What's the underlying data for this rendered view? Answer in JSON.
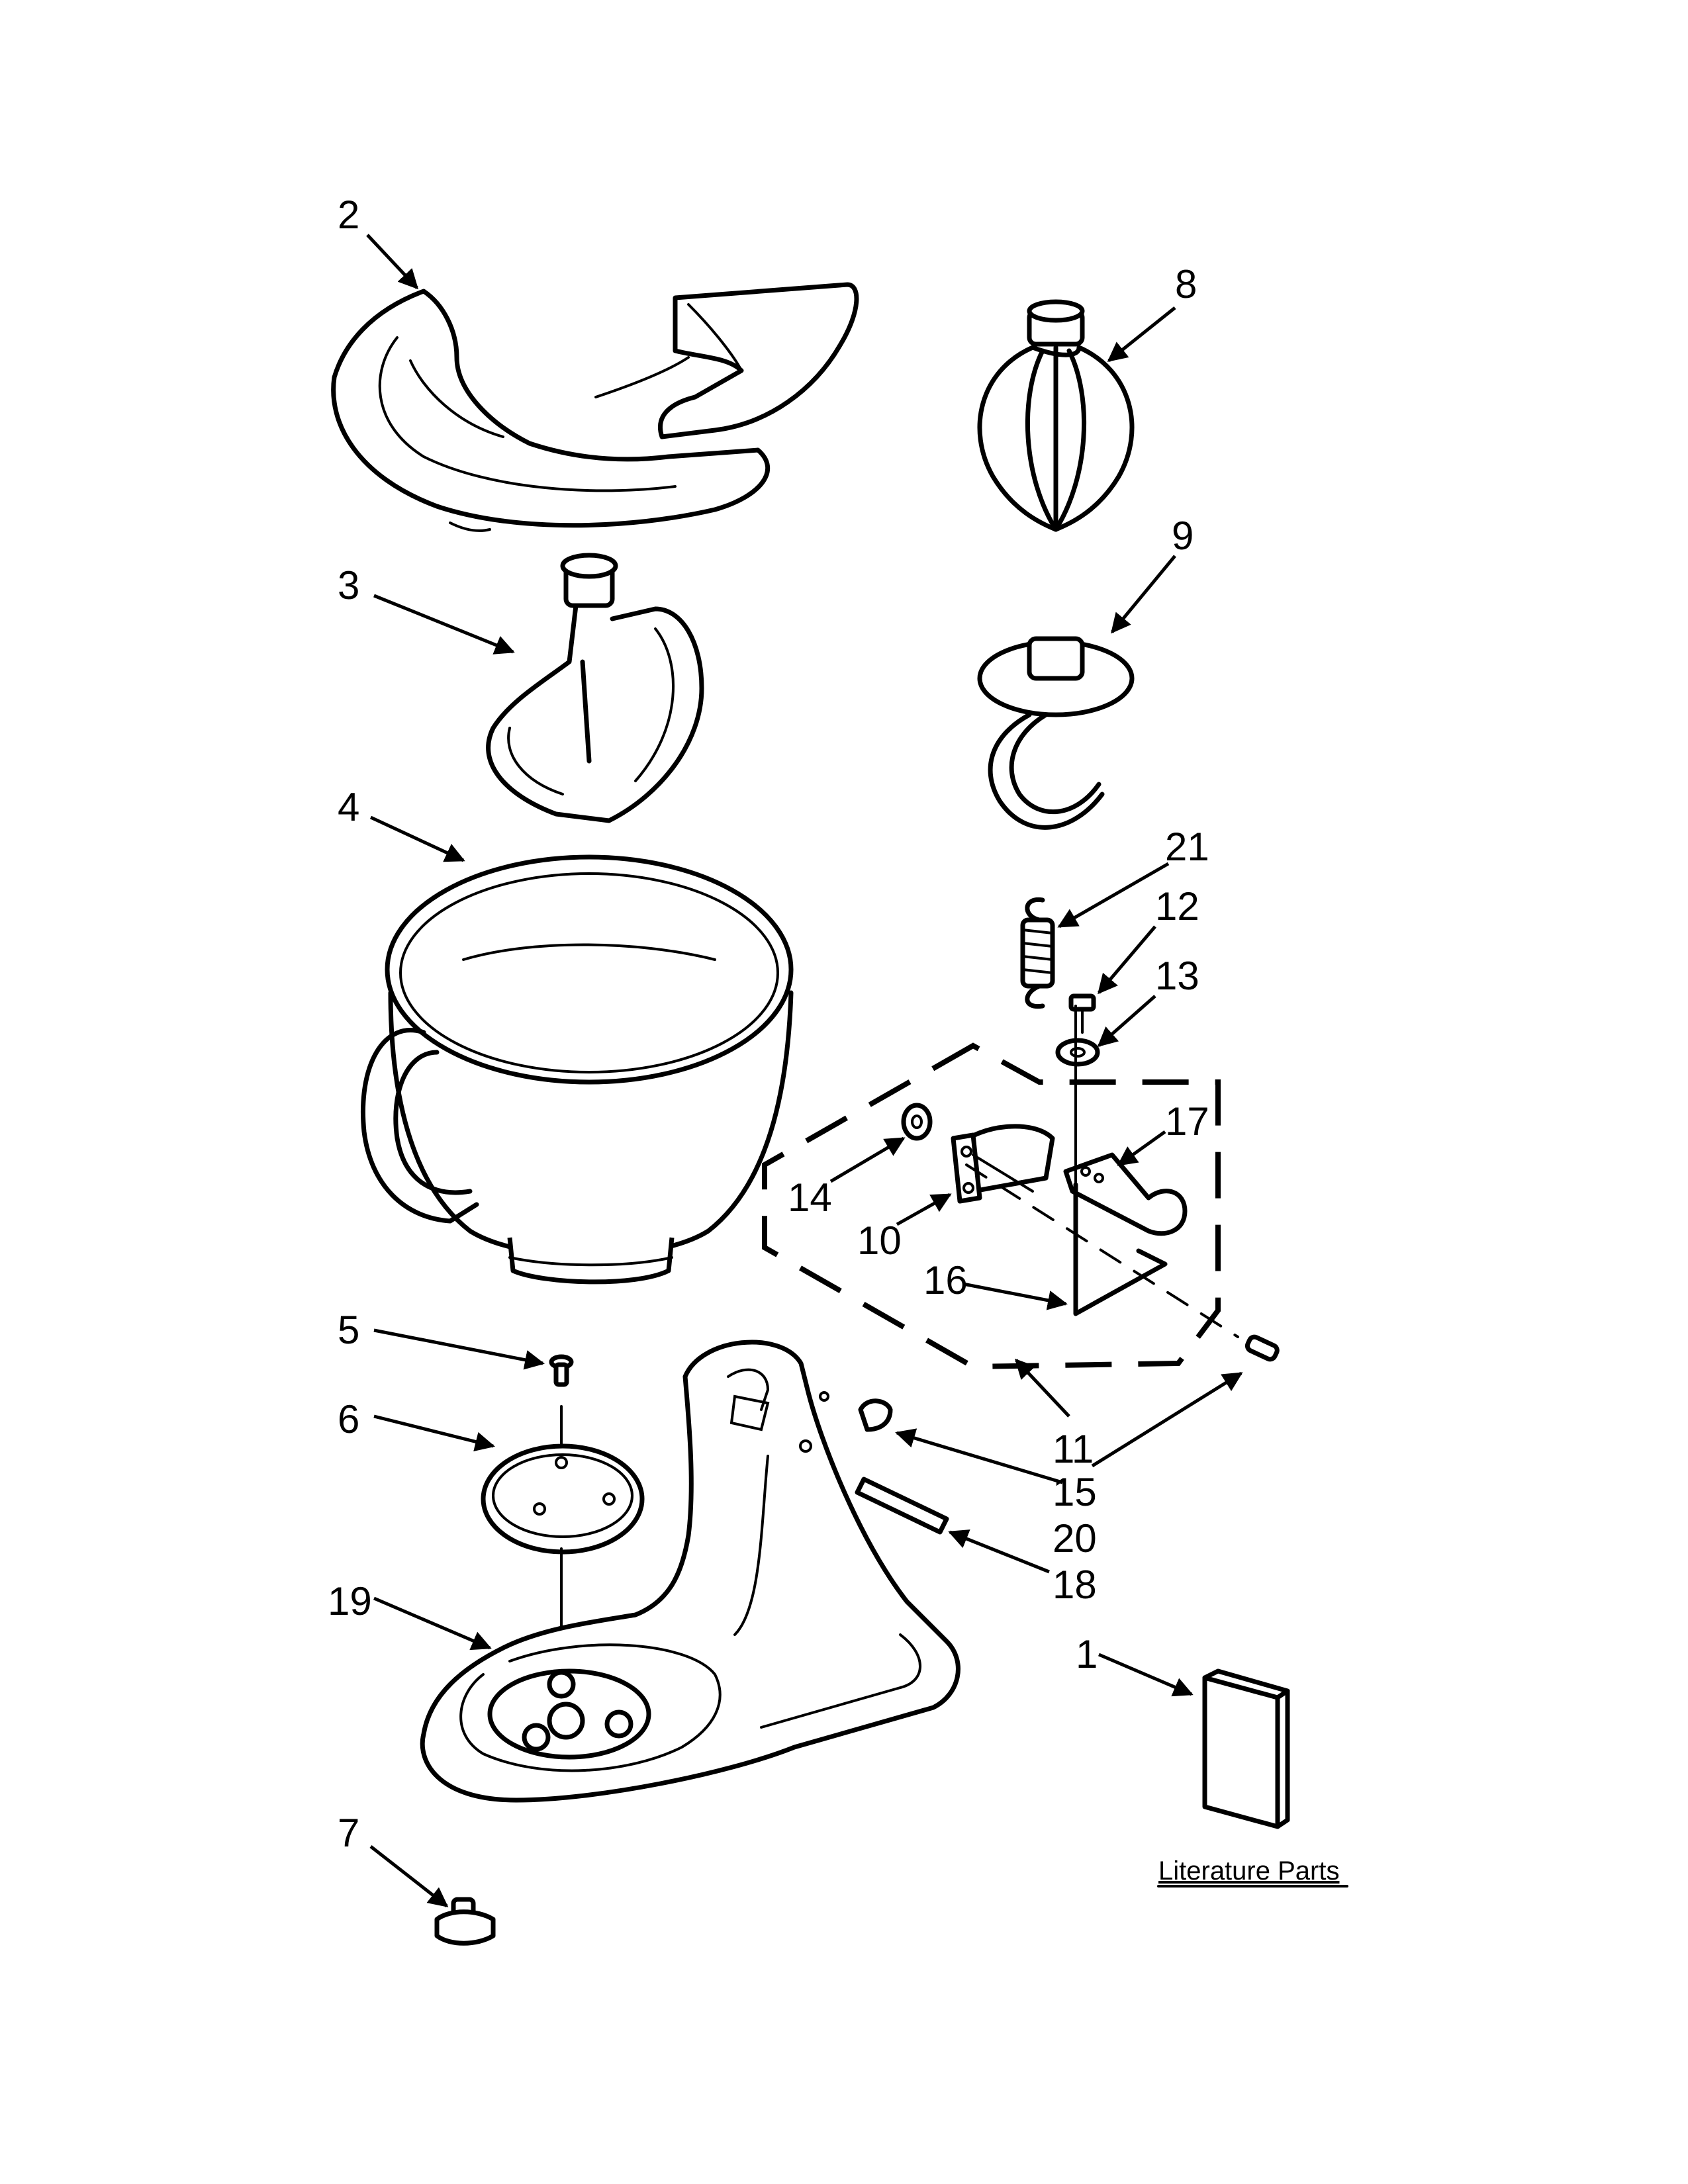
{
  "callouts": {
    "c1": "1",
    "c2": "2",
    "c3": "3",
    "c4": "4",
    "c5": "5",
    "c6": "6",
    "c7": "7",
    "c8": "8",
    "c9": "9",
    "c10": "10",
    "c11": "11",
    "c12": "12",
    "c13": "13",
    "c14": "14",
    "c15": "15",
    "c16": "16",
    "c17": "17",
    "c18": "18",
    "c19": "19",
    "c20": "20",
    "c21": "21"
  },
  "literature_label": "Literature Parts"
}
